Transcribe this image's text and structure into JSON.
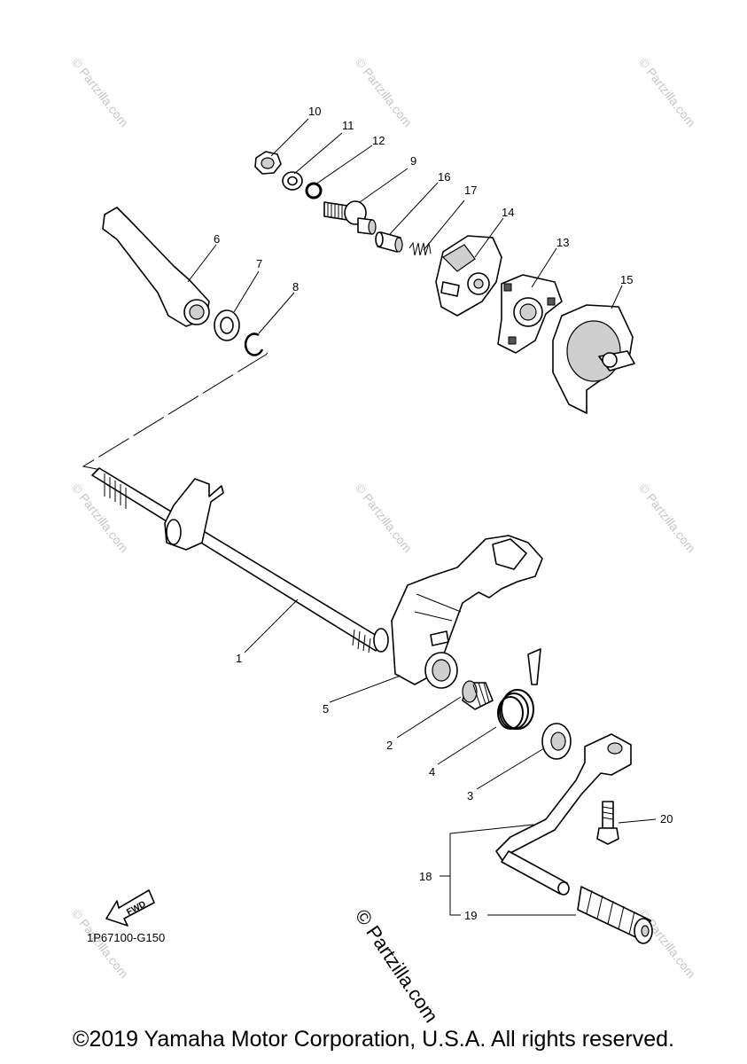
{
  "diagram_code": "1P67100-G150",
  "fwd_label": "FWD",
  "copyright": "©2019 Yamaha Motor Corporation, U.S.A. All rights reserved.",
  "watermark_small": "© Partzilla.com",
  "watermark_large": "© Partzilla.com",
  "callouts": {
    "p1": "1",
    "p2": "2",
    "p3": "3",
    "p4": "4",
    "p5": "5",
    "p6": "6",
    "p7": "7",
    "p8": "8",
    "p9": "9",
    "p10": "10",
    "p11": "11",
    "p12": "12",
    "p13": "13",
    "p14": "14",
    "p15": "15",
    "p16": "16",
    "p17": "17",
    "p18": "18",
    "p19": "19",
    "p20": "20"
  }
}
